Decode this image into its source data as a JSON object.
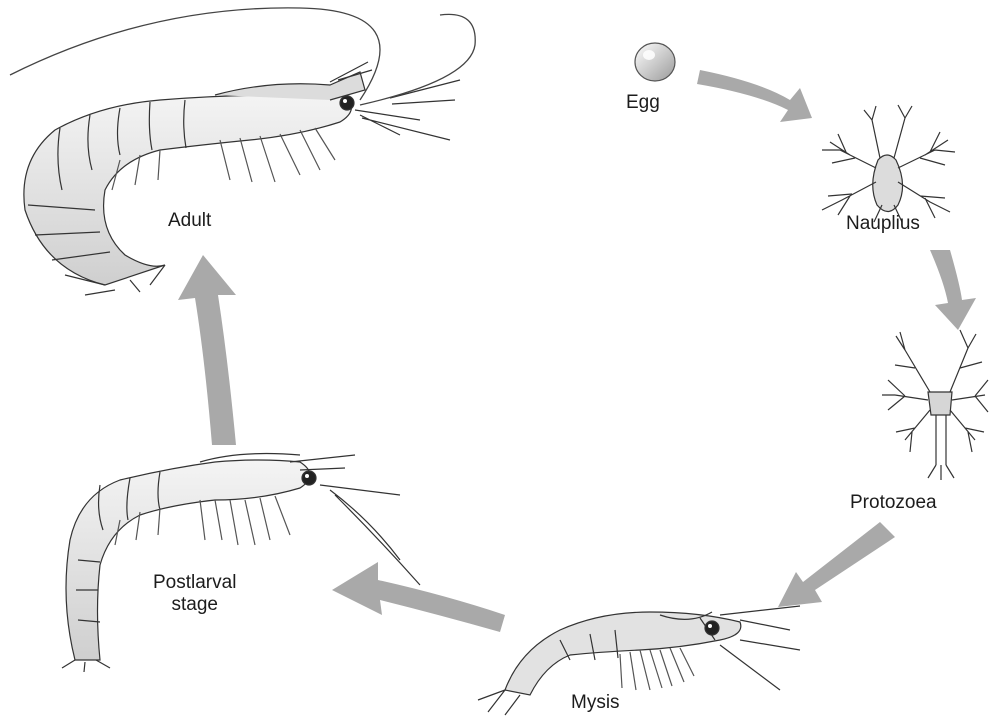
{
  "diagram": {
    "stages": [
      {
        "id": "egg",
        "label": "Egg"
      },
      {
        "id": "nauplius",
        "label": "Nauplius"
      },
      {
        "id": "protozoea",
        "label": "Protozoea"
      },
      {
        "id": "mysis",
        "label": "Mysis"
      },
      {
        "id": "postlarval",
        "label_line1": "Postlarval",
        "label_line2": "stage"
      },
      {
        "id": "adult",
        "label": "Adult"
      }
    ],
    "flow": [
      "egg",
      "nauplius",
      "protozoea",
      "mysis",
      "postlarval",
      "adult"
    ],
    "colors": {
      "arrow": "#a9a9a9",
      "line": "#444444",
      "body_fill": "#e6e6e6",
      "shade": "#bdbdbd"
    }
  }
}
